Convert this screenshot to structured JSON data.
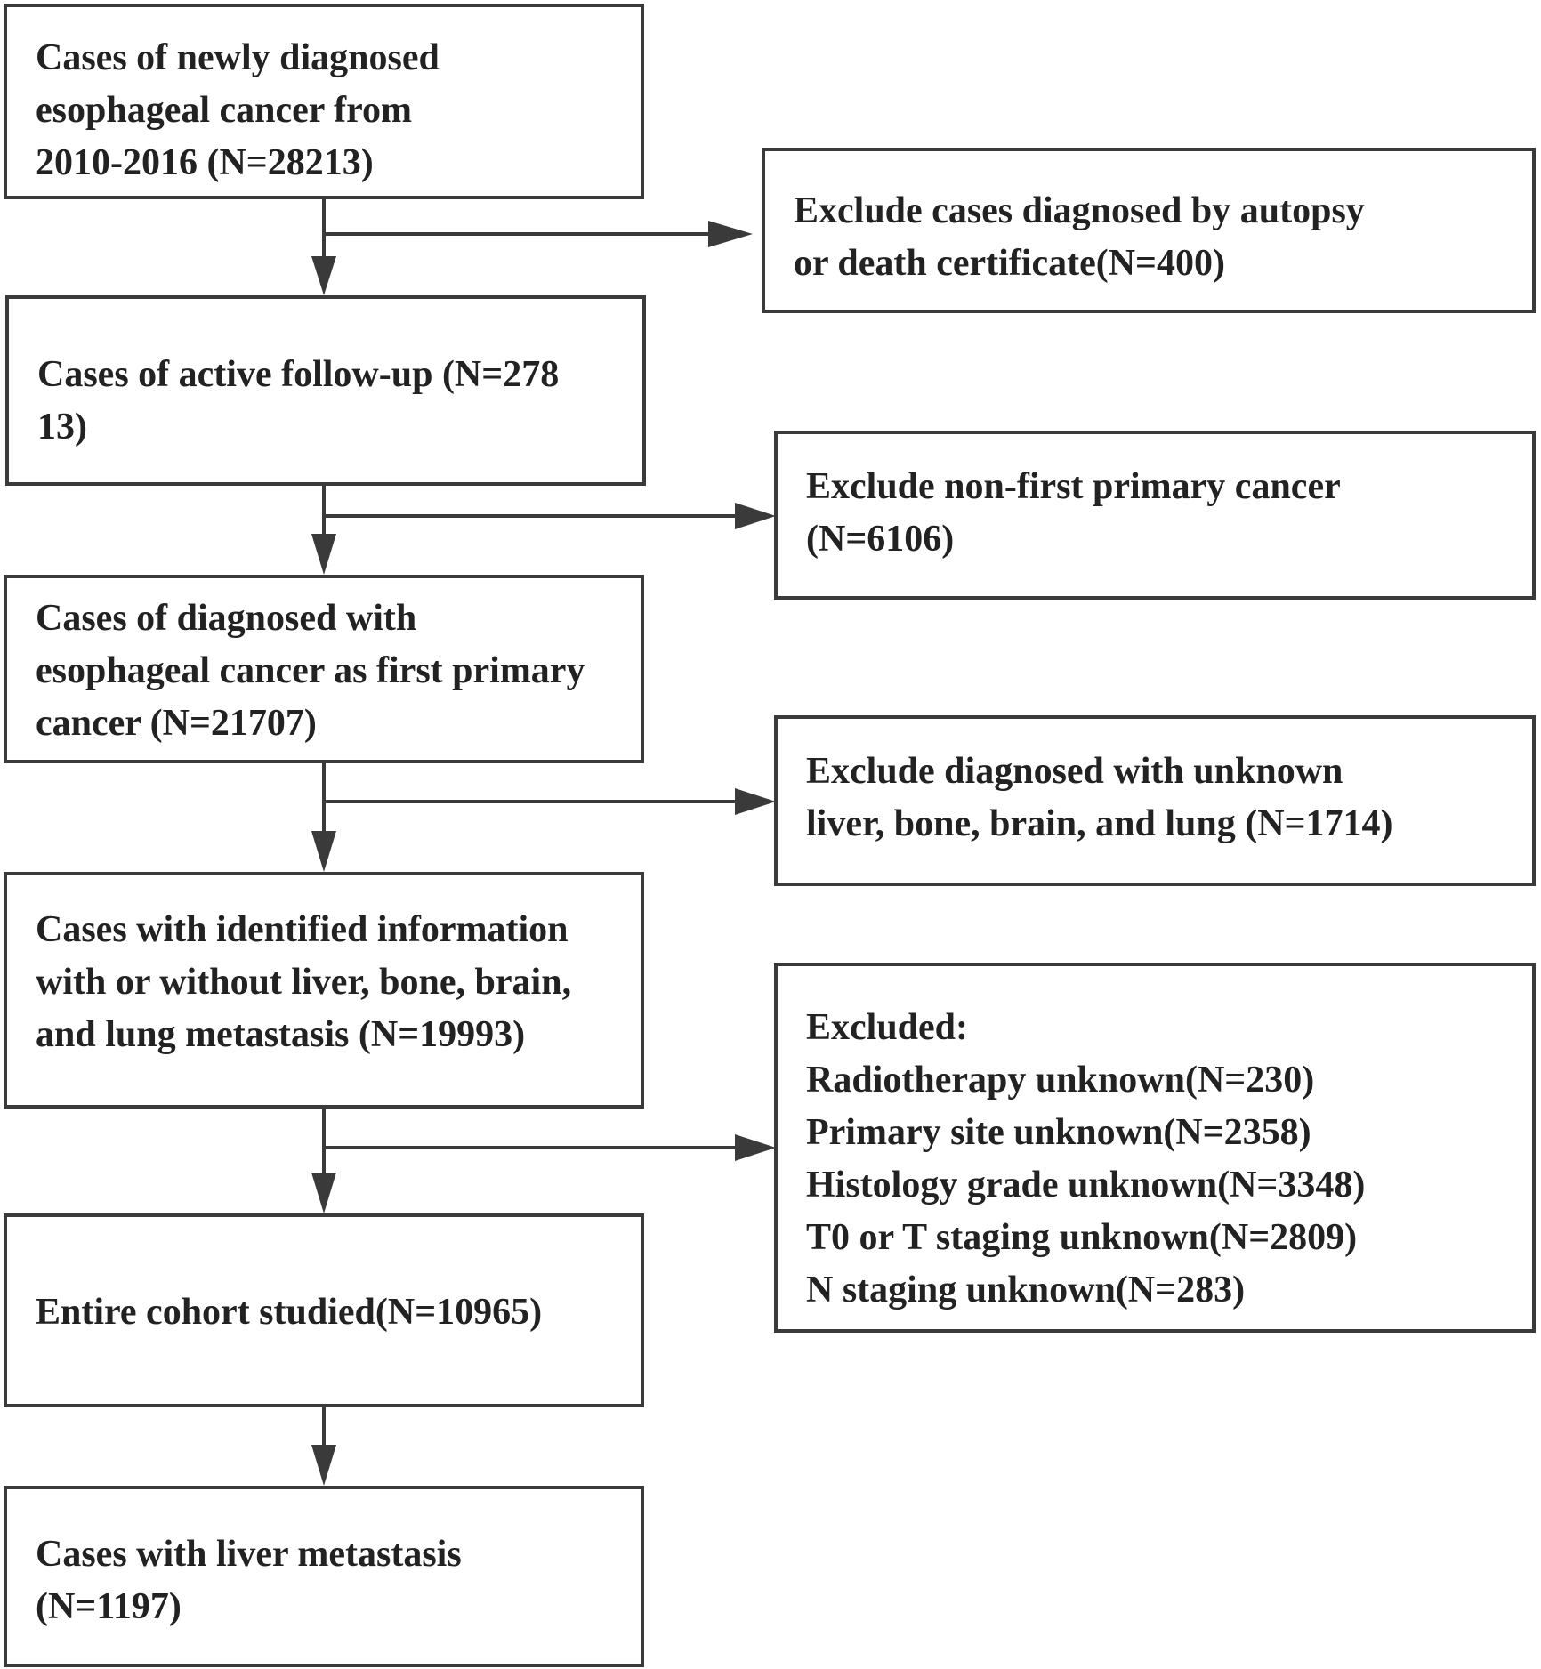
{
  "flow": {
    "main_boxes": [
      {
        "lines": [
          "Cases of newly diagnosed",
          "esophageal cancer from",
          "2010-2016 (N=28213)"
        ]
      },
      {
        "lines": [
          "Cases of active follow-up (N=278",
          "13)"
        ]
      },
      {
        "lines": [
          "Cases of diagnosed with",
          "esophageal cancer as first primary",
          "cancer (N=21707)"
        ]
      },
      {
        "lines": [
          "Cases with identified information",
          "with or without liver, bone, brain,",
          "and lung metastasis (N=19993)"
        ]
      },
      {
        "lines": [
          "Entire cohort studied(N=10965)"
        ]
      },
      {
        "lines": [
          "Cases with liver metastasis",
          "(N=1197)"
        ]
      }
    ],
    "exclusion_boxes": [
      {
        "lines": [
          "Exclude cases diagnosed by autopsy",
          "or death certificate(N=400)"
        ]
      },
      {
        "lines": [
          "Exclude non-first primary cancer",
          "(N=6106)"
        ]
      },
      {
        "lines": [
          "Exclude diagnosed with unknown",
          "liver, bone, brain, and lung (N=1714)"
        ]
      },
      {
        "lines": [
          "Excluded:",
          "Radiotherapy unknown(N=230)",
          "Primary site unknown(N=2358)",
          "Histology grade unknown(N=3348)",
          "T0 or T staging unknown(N=2809)",
          "N staging unknown(N=283)"
        ]
      }
    ]
  }
}
